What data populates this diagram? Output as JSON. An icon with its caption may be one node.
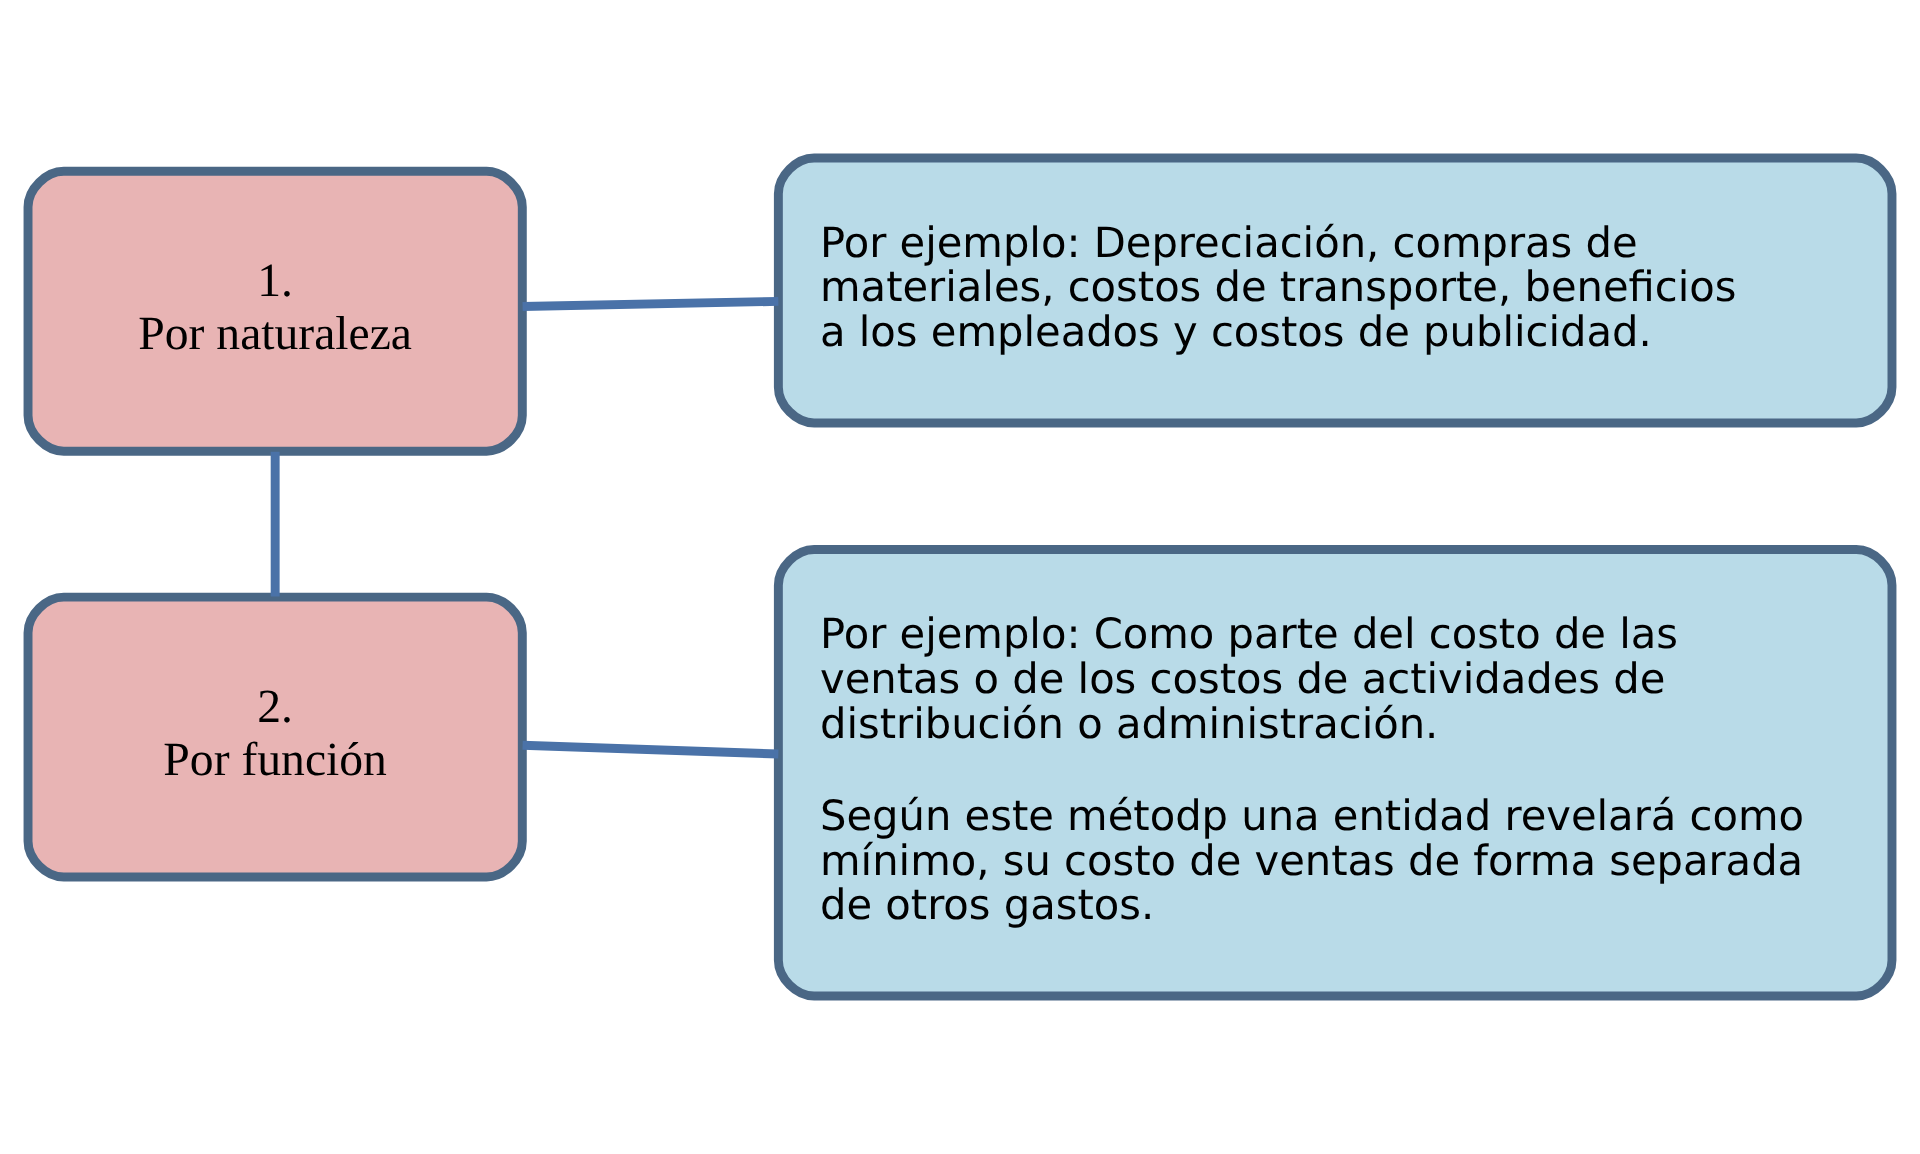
{
  "diagram": {
    "nodes": [
      {
        "text": [
          "1.",
          "Por naturaleza"
        ]
      },
      {
        "text": [
          "Por ejemplo: Depreciación, compras de materiales, costos de transporte, beneficios a los empleados y costos de publicidad."
        ]
      },
      {
        "text": [
          "2.",
          "Por función"
        ]
      },
      {
        "text": [
          "Por ejemplo: Como parte del costo de las ventas o de los costos de actividades de distribución o administración.",
          "Según este métodp una entidad revelará como mínimo, su costo de ventas de forma separada de otros gastos."
        ]
      }
    ],
    "edges": [
      {
        "from": 0,
        "to": 1,
        "arrow": "none"
      },
      {
        "from": 0,
        "to": 2,
        "arrow": "none"
      },
      {
        "from": 2,
        "to": 3,
        "arrow": "none"
      }
    ]
  }
}
